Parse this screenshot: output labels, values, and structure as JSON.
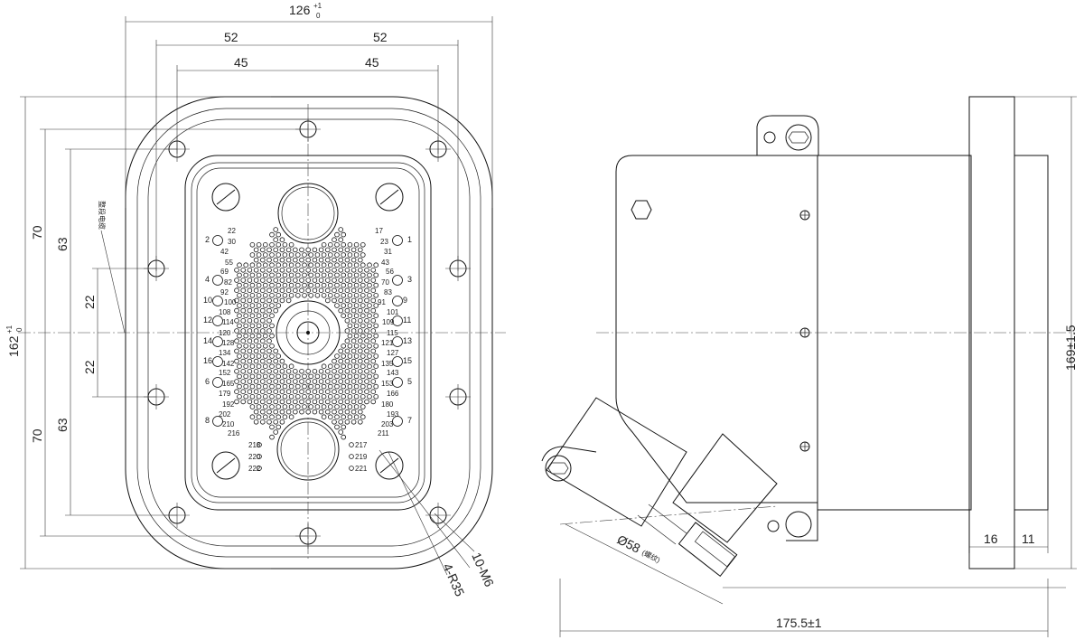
{
  "front_view": {
    "dims": {
      "overall_width": "126",
      "overall_width_tol_upper": "+1",
      "overall_width_tol_lower": "0",
      "half_bolt_left": "52",
      "half_bolt_right": "52",
      "half_inner_left": "45",
      "half_inner_right": "45",
      "overall_height": "162",
      "overall_height_tol_upper": "+1",
      "overall_height_tol_lower": "0",
      "upper_70": "70",
      "upper_63": "63",
      "upper_22": "22",
      "lower_22": "22",
      "lower_63": "63",
      "lower_70": "70",
      "hole_note": "10-M6",
      "radius_note": "4-R35",
      "side_note": "整段电缆"
    },
    "corner_numbers": {
      "left": [
        "2",
        "4",
        "10",
        "12",
        "14",
        "16",
        "6",
        "8"
      ],
      "right": [
        "1",
        "3",
        "9",
        "11",
        "13",
        "15",
        "5",
        "7"
      ]
    },
    "pin_labels_left": [
      "22",
      "30",
      "42",
      "55",
      "69",
      "82",
      "92",
      "100",
      "108",
      "114",
      "120",
      "128",
      "134",
      "142",
      "152",
      "165",
      "179",
      "192",
      "202",
      "210",
      "216"
    ],
    "pin_labels_right": [
      "17",
      "23",
      "31",
      "43",
      "56",
      "70",
      "83",
      "91",
      "101",
      "109",
      "115",
      "121",
      "127",
      "135",
      "143",
      "153",
      "166",
      "180",
      "193",
      "203",
      "211"
    ],
    "bottom_pins_left": [
      "218",
      "220",
      "222"
    ],
    "bottom_pins_right": [
      "217",
      "219",
      "221"
    ]
  },
  "side_view": {
    "dims": {
      "thread_dia": "Ø58",
      "thread_note": "(螺纹)",
      "height": "169±1.5",
      "flange_thk": "16",
      "gap": "11",
      "length": "175.5±1"
    }
  }
}
